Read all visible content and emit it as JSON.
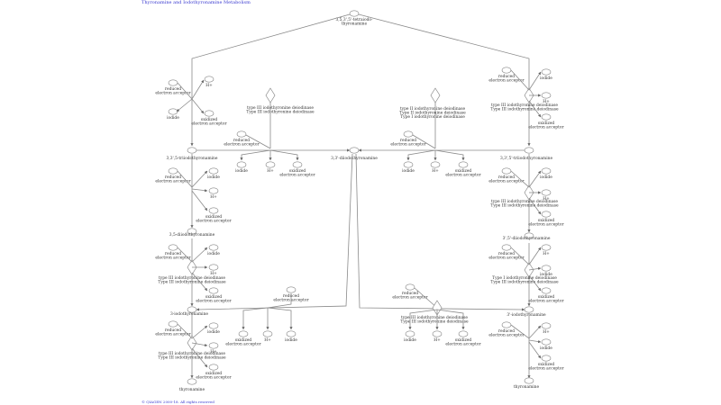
{
  "title": "Thyronamine and Iodothyronamine Metabolism",
  "footer": "© QIAGEN 2000-18. All rights reserved",
  "colors": {
    "link": "#3a3ad0",
    "edge": "#8a8a8a",
    "text": "#333333"
  },
  "nodes": {
    "t4am": [
      "3,5,3',5'-tetraiodo-",
      "thyronamine"
    ],
    "t3am": [
      "3,3',5-triiodothyronamine"
    ],
    "rt3am": [
      "3,3',5'-triiodothyronamine"
    ],
    "t2am_35": [
      "3,5-diiodothyronamine"
    ],
    "t2am_33": [
      "3,3'-diiodothyronamine"
    ],
    "t2am_35p": [
      "3',5'-diiodothyronamine"
    ],
    "t1am": [
      "3-iodothyronamine"
    ],
    "t1am_p": [
      "3'-iodothyronamine"
    ],
    "t0am_left": [
      "thyronamine"
    ],
    "t0am_right": [
      "thyronamine"
    ]
  },
  "common": {
    "reduced_ea": [
      "reduced",
      "electron acceptor"
    ],
    "oxidized_ea": [
      "oxidized",
      "electron acceptor"
    ],
    "iodide": [
      "iodide"
    ],
    "hplus": [
      "H+"
    ]
  },
  "enzymes": {
    "dio3": [
      "type III iodothyronine deiodinase",
      "Type III iodothyronine deiodinase"
    ],
    "dio_all": [
      "type II iodothyronine deiodinase",
      "Type II iodothyronine deiodinase",
      "Type I iodothyronine deiodinase"
    ],
    "dio1_3": [
      "Type I iodothyronine deiodinase",
      "Type III iodothyronine deiodinase"
    ],
    "dio3_3": [
      "type III iodothyronine deiodinase",
      "Type III iodothyronine deiodinase"
    ]
  }
}
